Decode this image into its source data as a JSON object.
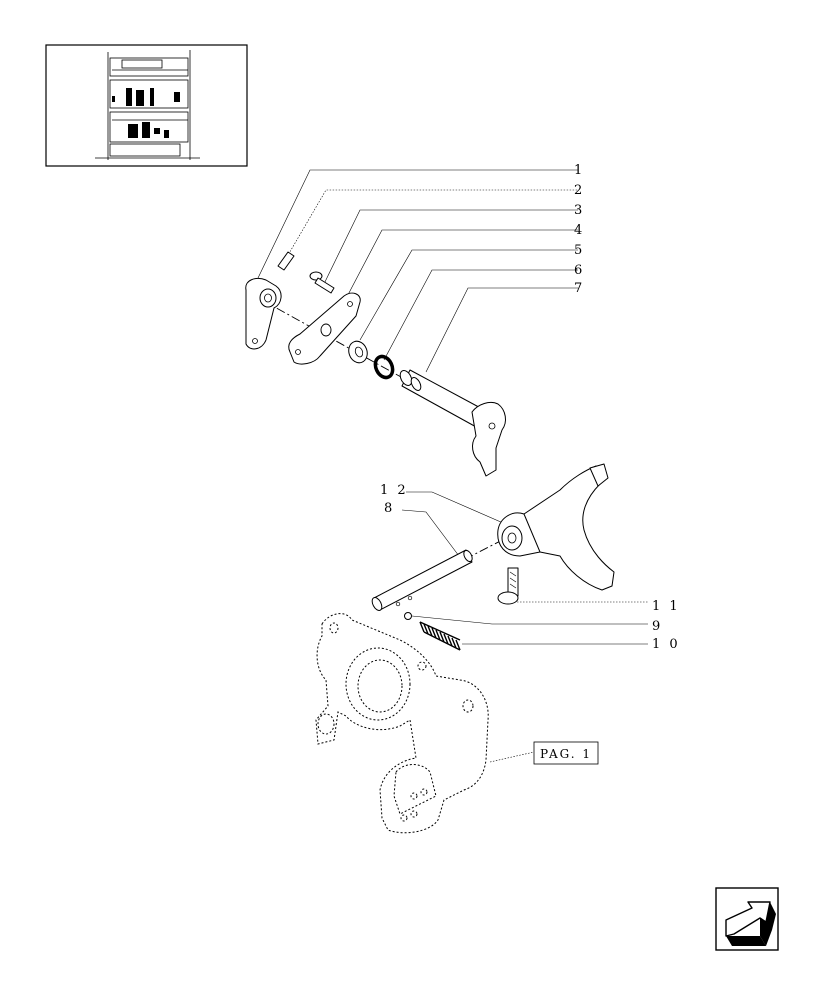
{
  "callouts": [
    {
      "id": "1",
      "text": "1"
    },
    {
      "id": "2",
      "text": "2"
    },
    {
      "id": "3",
      "text": "3"
    },
    {
      "id": "4",
      "text": "4"
    },
    {
      "id": "5",
      "text": "5"
    },
    {
      "id": "6",
      "text": "6"
    },
    {
      "id": "7",
      "text": "7"
    },
    {
      "id": "8",
      "text": "8"
    },
    {
      "id": "9",
      "text": "9"
    },
    {
      "id": "10",
      "text": "1 0"
    },
    {
      "id": "11",
      "text": "1 1"
    },
    {
      "id": "12",
      "text": "1 2"
    }
  ],
  "page_reference": "PAG. 1",
  "icons": {
    "thumbnail": "location-thumbnail-icon",
    "nav": "back-arrow-icon"
  }
}
